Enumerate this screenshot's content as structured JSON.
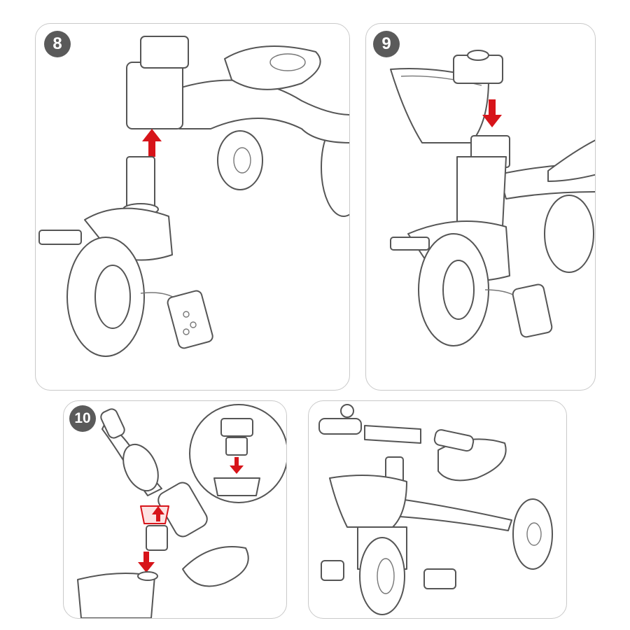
{
  "steps": [
    {
      "number": "8",
      "arrow": "up"
    },
    {
      "number": "9",
      "arrow": "down"
    },
    {
      "number": "10",
      "arrow": "up-down"
    },
    {
      "number": "",
      "arrow": "none"
    }
  ],
  "colors": {
    "badge": "#5a5a5a",
    "arrow": "#d7141a",
    "outline": "#555555"
  }
}
